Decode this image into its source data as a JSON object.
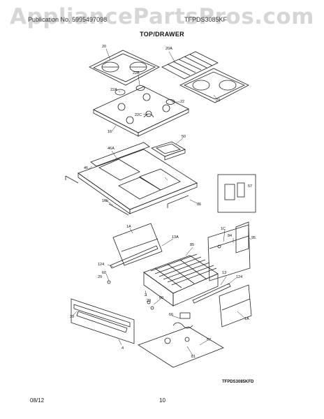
{
  "watermark": "AppliancePartsPros.com",
  "header": {
    "publication": "Publication No. 5995497098",
    "model": "TFPDS3085KF"
  },
  "section_title": "TOP/DRAWER",
  "parts": {
    "p20": "20",
    "p20a": "20A",
    "p22b": "22B",
    "p22a": "22A",
    "p22": "22",
    "p23": "23",
    "p22c": "22C",
    "p16": "16",
    "p50": "50",
    "p46a": "46A",
    "p46": "46",
    "p16b": "16b",
    "p86": "86",
    "p57": "57",
    "p1a": "1A",
    "p13a": "13A",
    "p85": "85",
    "p124": "124",
    "p1c": "1C",
    "p84": "84",
    "p95": "95",
    "p60": "60",
    "p29": "29",
    "p2": "2",
    "p13": "13",
    "p39": "39",
    "p4": "4",
    "p66": "66",
    "p87": "87",
    "p81": "81"
  },
  "plate_code": "TFPDS3085KFD",
  "footer": {
    "date": "08/12",
    "page": "10"
  }
}
